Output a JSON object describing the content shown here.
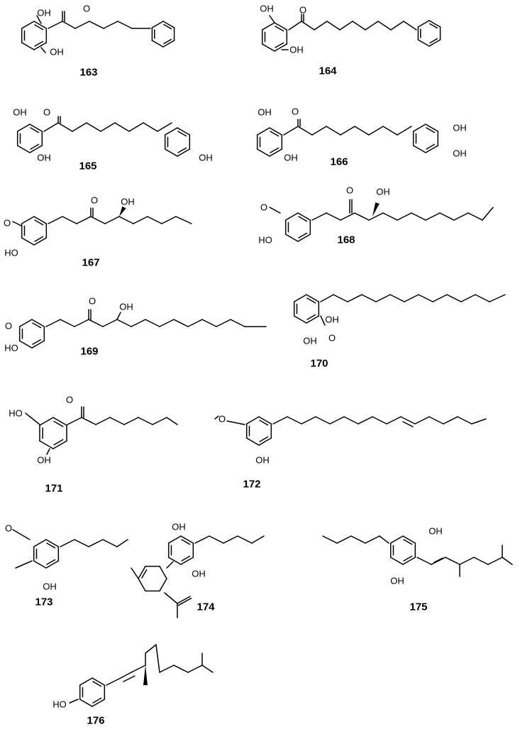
{
  "atoms": {
    "hydroxyl": "OH",
    "hydroxyl_left": "HO",
    "oxygen": "O",
    "methoxy_oxygen": "O"
  },
  "compounds": [
    {
      "id": "c163",
      "number": "163"
    },
    {
      "id": "c164",
      "number": "164"
    },
    {
      "id": "c165",
      "number": "165"
    },
    {
      "id": "c166",
      "number": "166"
    },
    {
      "id": "c167",
      "number": "167"
    },
    {
      "id": "c168",
      "number": "168"
    },
    {
      "id": "c169",
      "number": "169"
    },
    {
      "id": "c170",
      "number": "170"
    },
    {
      "id": "c171",
      "number": "171"
    },
    {
      "id": "c172",
      "number": "172"
    },
    {
      "id": "c173",
      "number": "173"
    },
    {
      "id": "c174",
      "number": "174"
    },
    {
      "id": "c175",
      "number": "175"
    },
    {
      "id": "c176",
      "number": "176"
    }
  ]
}
